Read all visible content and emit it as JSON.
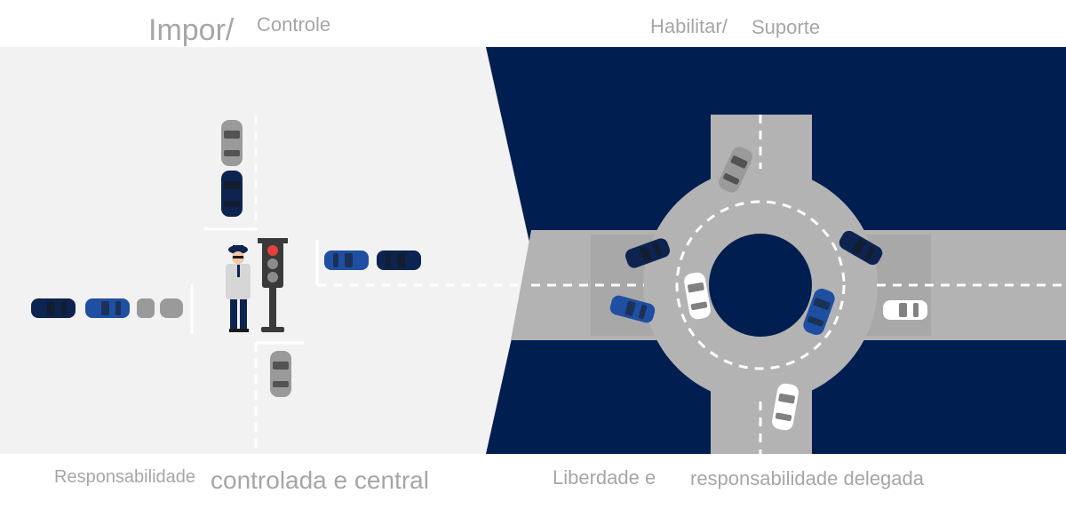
{
  "header": {
    "left_big": "Impor/",
    "left_small": "Controle",
    "right_a": "Habilitar/",
    "right_b": "Suporte"
  },
  "footer": {
    "left_small": "Responsabilidade",
    "left_big": "controlada e central",
    "right_a": "Liberdade e",
    "right_b": "responsabilidade delegada"
  },
  "colors": {
    "left_bg": "#f2f2f2",
    "right_bg": "#001e50",
    "road": "#b3b3b3",
    "car_navy": "#0d2350",
    "car_blue": "#1f4fa3",
    "car_gray": "#9a9a9a",
    "car_white": "#ffffff",
    "light_red": "#e5413a",
    "label_text": "#a6a6a6"
  },
  "icons": {
    "officer": "traffic-officer-icon",
    "traffic_light": "traffic-light-icon",
    "car": "car-icon"
  }
}
